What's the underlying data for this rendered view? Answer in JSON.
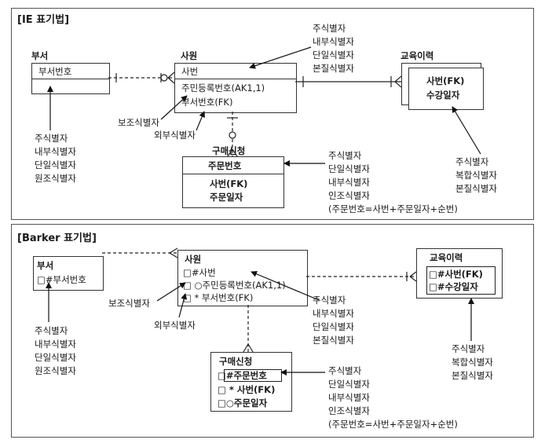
{
  "ie": {
    "title": "[IE 표기법]",
    "dept": {
      "name": "부서",
      "pk": "부서번호"
    },
    "emp": {
      "name": "사원",
      "pk": "사번",
      "attrs": [
        "주민등록번호(AK1,1)",
        "부서번호(FK)"
      ]
    },
    "edu": {
      "name": "교육이력",
      "attrs": [
        "사번(FK)",
        "수강일자"
      ]
    },
    "order": {
      "name": "구매신청",
      "pk": "주문번호",
      "attrs": [
        "사번(FK)",
        "주문일자"
      ]
    },
    "labels": {
      "dept_ids": [
        "주식별자",
        "내부식별자",
        "단일식별자",
        "원조식별자"
      ],
      "emp_ids": [
        "주식별자",
        "내부식별자",
        "단일식별자",
        "본질식별자"
      ],
      "sub_id": "보조식별자",
      "ext_id": "외부식별자",
      "order_ids": [
        "주식별자",
        "단일식별자",
        "내부식별자",
        "인조식별자",
        "(주문번호=사번+주문일자+순번)"
      ],
      "edu_ids": [
        "주식별자",
        "복합식별자",
        "본질식별자"
      ]
    }
  },
  "barker": {
    "title": "[Barker 표기법]",
    "dept": {
      "name": "부서",
      "attr": "□#부서번호"
    },
    "emp": {
      "name": "사원",
      "attrs": [
        "□#사번",
        "□ ○주민등록번호(AK1,1)",
        "□ * 부서번호(FK)"
      ]
    },
    "edu": {
      "name": "교육이력",
      "attrs": [
        "□#사번(FK)",
        "□#수강일자"
      ]
    },
    "order": {
      "name": "구매신청",
      "attrs": [
        "□#주문번호",
        "□ * 사번(FK)",
        "□○주문일자"
      ]
    },
    "labels": {
      "dept_ids": [
        "주식별자",
        "내부식별자",
        "단일식별자",
        "원조식별자"
      ],
      "sub_id": "보조식별자",
      "ext_id": "외부식별자",
      "emp_ids": [
        "주식별자",
        "내부식별자",
        "단일식별자",
        "본질식별자"
      ],
      "edu_ids": [
        "주식별자",
        "복합식별자",
        "본질식별자"
      ],
      "order_ids": [
        "주식별자",
        "단일식별자",
        "내부식별자",
        "인조식별자",
        "(주문번호=사번+주문일자+순번)"
      ]
    }
  }
}
